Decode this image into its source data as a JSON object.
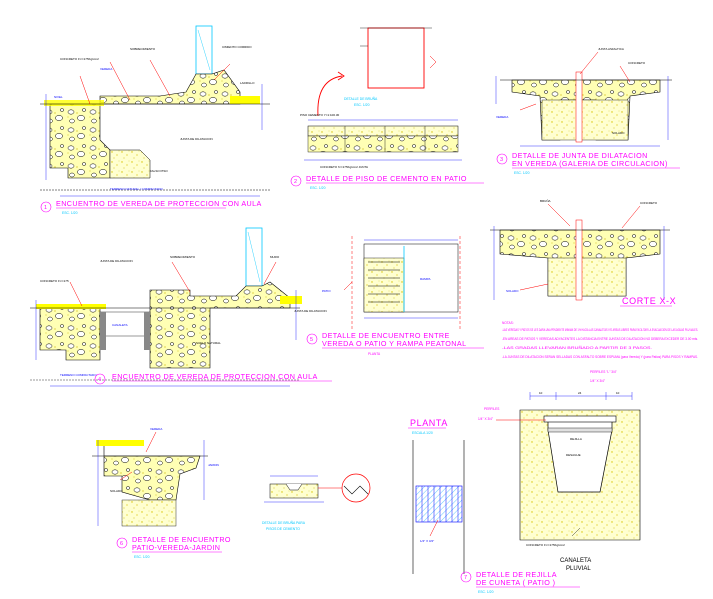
{
  "details": [
    {
      "num": "1",
      "title": "ENCUENTRO DE VEREDA DE PROTECCION CON AULA",
      "scale": "ESC. 1/20"
    },
    {
      "num": "2",
      "title": "DETALLE DE PISO DE CEMENTO EN PATIO",
      "scale": "ESC. 1/20"
    },
    {
      "num": "3",
      "title_line1": "DETALLE DE JUNTA DE DILATACION",
      "title_line2": "EN VEREDA (GALERIA DE CIRCULACION)",
      "scale": "ESC. 1/20"
    },
    {
      "num": "4",
      "title": "ENCUENTRO DE VEREDA DE PROTECCION CON AULA",
      "scale": ""
    },
    {
      "num": "5",
      "title_line1": "DETALLE DE ENCUENTRO ENTRE",
      "title_line2": "VEREDA O PATIO Y RAMPA PEATONAL",
      "sub": "PLANTA"
    },
    {
      "num": "6",
      "title_line1": "DETALLE DE ENCUENTRO",
      "title_line2": "PATIO-VEREDA-JARDIN",
      "scale": "ESC. 1/20"
    },
    {
      "num": "7",
      "title_line1": "DETALLE DE REJILLA",
      "title_line2": "DE CUNETA ( PATIO )",
      "scale": "ESC. 1/20"
    }
  ],
  "labels": {
    "corte_xx": "CORTE X-X",
    "planta": "PLANTA",
    "planta_scale": "ESCALA 1/20",
    "perfiles_1": "PERFILES \"L\" 3/4\"",
    "perfiles_2": "1/4\" X 3/4\"",
    "perfiles_3": "1/4\" X 3/4\"",
    "dim_10a": "10",
    "dim_24": "24",
    "dim_10b": "10",
    "rejilla": "REJILLA",
    "desague": "DESAGUE",
    "concreto": "CONCRETO F'c=175Kg/cm2",
    "canaleta_1": "CANALETA",
    "canaleta_2": "PLUVIAL",
    "piso_cemento": "PISO DE CEMENTO",
    "patio": "PATIO",
    "rampa": "RAMPA",
    "vereda": "VEREDA",
    "jardin": "JARDIN",
    "concreto_piso": "CONCRETO f'c=175Kg/cm2",
    "detalle_bruna": "DETALLE DE BRUÑA PARA PISOS DE CEMENTO",
    "nivel_terreno": "NIVEL TERRENO",
    "falso_piso": "FALSO PISO",
    "sobrecimiento": "SOBRECIMIENTO",
    "cimiento": "CIMIENTO CORRIDO",
    "junta": "JUNTA DE DILATACION",
    "muro": "MURO DE LADRILLO"
  },
  "notes": {
    "heading": "NOTAS:",
    "items": [
      "-LAS VEREDAS Y PATIOS SE LES DARA UNA PENDIENTE MINIMA DE 1% HACIA LAS CANALETAS Y/O AREAS LIBRES PARA FACILITAR LA EVACUACION DE LAS AGUAS PLUVIALES.",
      "-EN AREAS DE PATIOS Y VEREDAS ADYACENTES LA DISTANCIA ENTRE JUNTAS DE DILATACION NO DEBERA EXCEDER DE 3.00 mts.",
      "-LAS GRADAS LLEVARAN BRUÑADO A PARTIR DE 3 PASOS.",
      "-LA JUNTAS DE DILATACION SERAN SELLADAS CON ASFALTO SOBRE ESPUMA (para Vereda) Y (para Patios) PARA PISOS Y RAMPAS."
    ]
  },
  "colors": {
    "concrete": "#ffff00",
    "accent_cyan": "#00ffff",
    "dims_blue": "#0000ff",
    "title_magenta": "#ff00ff",
    "fill_green": "#00c800",
    "red": "#ff0000"
  }
}
